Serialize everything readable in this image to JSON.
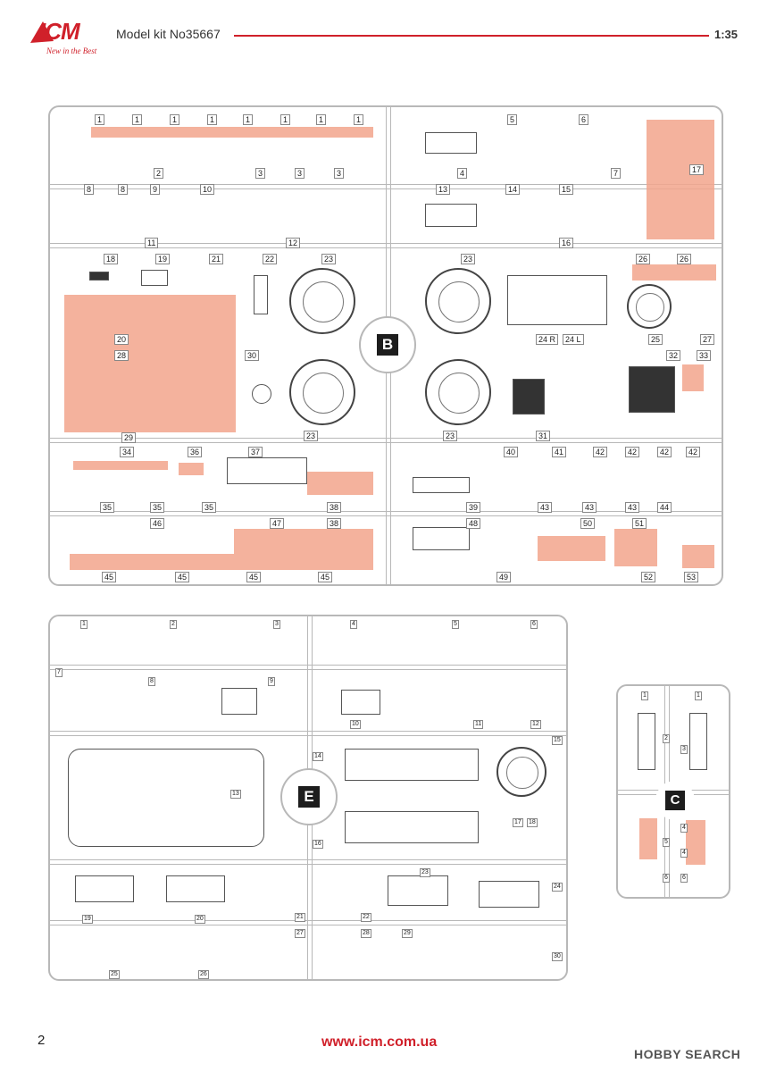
{
  "header": {
    "logo_text": "ICM",
    "logo_tagline": "New in the Best",
    "kit_title": "Model kit No35667",
    "scale": "1:35"
  },
  "sprue_b": {
    "label": "B",
    "part_numbers": [
      "1",
      "1",
      "1",
      "1",
      "1",
      "1",
      "1",
      "1",
      "2",
      "3",
      "3",
      "3",
      "4",
      "5",
      "6",
      "7",
      "8",
      "8",
      "9",
      "10",
      "11",
      "12",
      "13",
      "14",
      "15",
      "16",
      "17",
      "18",
      "19",
      "21",
      "22",
      "23",
      "23",
      "23",
      "23",
      "24 R",
      "24 L",
      "25",
      "26",
      "26",
      "27",
      "20",
      "28",
      "29",
      "30",
      "31",
      "32",
      "33",
      "34",
      "36",
      "37",
      "38",
      "38",
      "39",
      "40",
      "41",
      "42",
      "42",
      "42",
      "42",
      "43",
      "43",
      "43",
      "44",
      "35",
      "35",
      "35",
      "45",
      "45",
      "45",
      "45",
      "46",
      "47",
      "48",
      "49",
      "50",
      "51",
      "52",
      "53"
    ]
  },
  "sprue_e": {
    "label": "E",
    "part_numbers": [
      "1",
      "2",
      "3",
      "4",
      "5",
      "6",
      "7",
      "8",
      "9",
      "10",
      "11",
      "12",
      "13",
      "14",
      "15",
      "16",
      "17",
      "18",
      "19",
      "20",
      "21",
      "22",
      "23",
      "24",
      "25",
      "26",
      "27",
      "28",
      "29",
      "30"
    ]
  },
  "sprue_c": {
    "label": "C",
    "part_numbers": [
      "1",
      "1",
      "2",
      "3",
      "4",
      "4",
      "5",
      "6",
      "6"
    ]
  },
  "footer": {
    "page_number": "2",
    "website": "www.icm.com.ua",
    "watermark": "HOBBY SEARCH"
  },
  "colors": {
    "brand_red": "#d0202a",
    "highlight": "#f2a58c",
    "sprue_gray": "#b8b8b8"
  }
}
